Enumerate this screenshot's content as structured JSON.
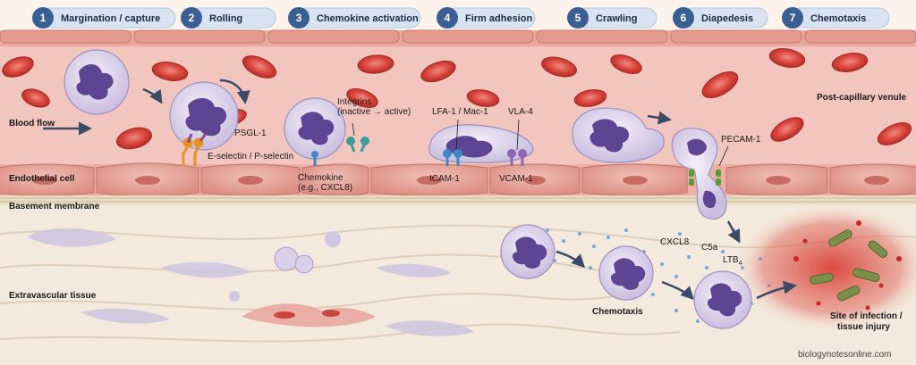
{
  "steps": [
    {
      "num": "1",
      "label": "Margination / capture"
    },
    {
      "num": "2",
      "label": "Rolling"
    },
    {
      "num": "3",
      "label": "Chemokine activation"
    },
    {
      "num": "4",
      "label": "Firm adhesion"
    },
    {
      "num": "5",
      "label": "Crawling"
    },
    {
      "num": "6",
      "label": "Diapedesis"
    },
    {
      "num": "7",
      "label": "Chemotaxis"
    }
  ],
  "regions": {
    "blood_flow": "Blood flow",
    "endothelial_cell": "Endothelial cell",
    "basement_membrane": "Basement membrane",
    "extravascular_tissue": "Extravascular tissue",
    "post_capillary_venule": "Post-capillary venule"
  },
  "molecules": {
    "psgl1": "PSGL-1",
    "selectin": "E-selectin / P-selectin",
    "integrins_1": "Integrins",
    "integrins_2": "(inactive → active)",
    "chemokine_1": "Chemokine",
    "chemokine_2": "(e.g., CXCL8)",
    "lfa1": "LFA-1 / Mac-1",
    "vla4": "VLA-4",
    "icam1": "ICAM-1",
    "vcam1": "VCAM-1",
    "pecam1": "PECAM-1",
    "cxcl8": "CXCL8",
    "c5a": "C5a",
    "ltb4": "LTB",
    "ltb4_sub": "4",
    "chemotaxis": "Chemotaxis",
    "site_1": "Site of infection /",
    "site_2": "tissue injury"
  },
  "credit": "biologynotesonline.com",
  "colors": {
    "vessel": "#f2c6bf",
    "endothelium": "#e9a89e",
    "tissue": "#f3e9dc",
    "step_badge": "#3b5f93",
    "step_pill": "#d8e4f2",
    "rbc": "#d8443c",
    "leukocyte": "#e3dcef",
    "nucleus": "#5e4594",
    "selectin": "#e8931f",
    "integrin": "#3a9e96",
    "icam": "#3f86c4",
    "vcam": "#8c66b5",
    "pecam": "#5e9a3a",
    "infection": "#d6372f"
  }
}
